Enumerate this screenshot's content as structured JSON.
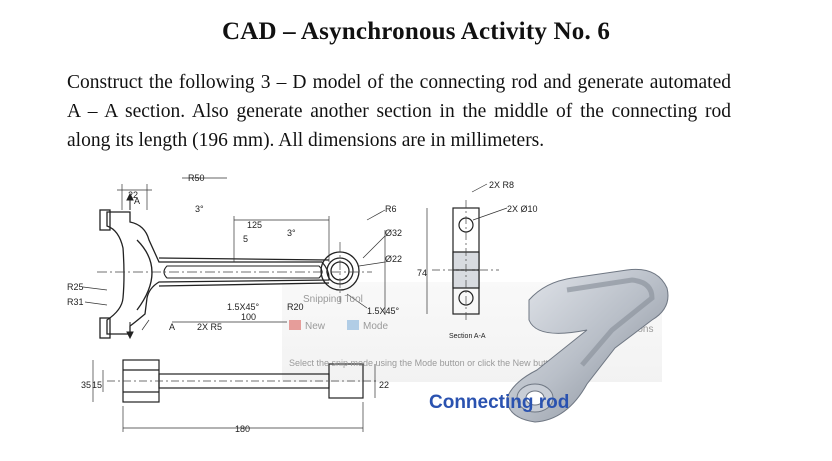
{
  "document": {
    "title": "CAD – Asynchronous Activity No. 6",
    "paragraph": "Construct the following 3 – D model of the connecting rod and generate automated A – A section. Also generate another section in the middle of the connecting rod along its length (196 mm). All dimensions are in millimeters."
  },
  "drawing": {
    "dims": {
      "r50": "R50",
      "d22": "22",
      "a": "A",
      "a2": "A",
      "deg3a": "3°",
      "d125": "125",
      "d5": "5",
      "deg3b": "3°",
      "r6": "R6",
      "dia32": "Ø32",
      "dia22": "Ø22",
      "d74": "74",
      "twoxr8": "2X R8",
      "twoxdia10": "2X Ø10",
      "r25": "R25",
      "r31": "R31",
      "chamfer1": "1.5X45°",
      "d100": "100",
      "twoxr5": "2X R5",
      "r20": "R20",
      "chamfer2": "1.5X45°",
      "section_label": "Section A-A",
      "d35": "35",
      "d15": "15",
      "d22b": "22",
      "d180": "180"
    },
    "overlay": {
      "tool_title": "Snipping Tool",
      "new_label": "New",
      "mode_label": "Mode",
      "options_label": "Options",
      "hint": "Select the snip mode using the Mode button or click the New button."
    },
    "render_label": "Connecting rod",
    "colors": {
      "render_label": "#2a52b0",
      "overlay_text": "#9a9a9a"
    }
  }
}
